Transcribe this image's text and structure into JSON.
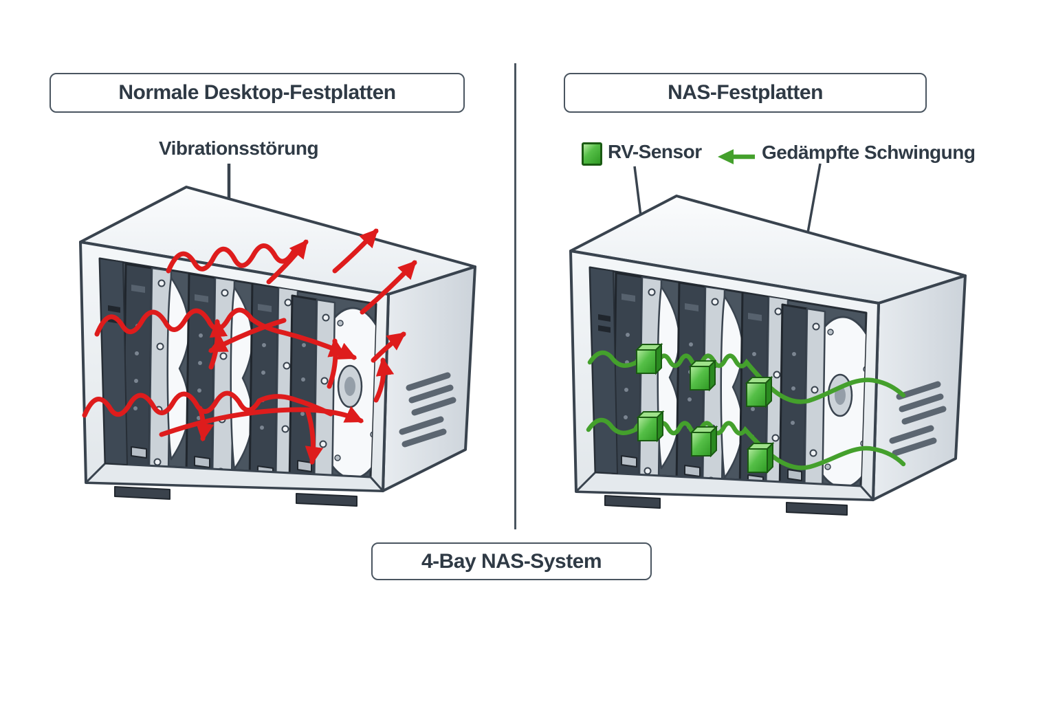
{
  "diagram": {
    "left_panel": {
      "title": "Normale Desktop-Festplatten",
      "annotation": "Vibrationsstörung"
    },
    "right_panel": {
      "title": "NAS-Festplatten",
      "legend": [
        {
          "icon": "rv-sensor-icon",
          "label": "RV-Sensor"
        },
        {
          "icon": "damped-wave-arrow-icon",
          "label": "Gedämpfte Schwingung"
        }
      ],
      "sensor_cube_count": 6
    },
    "footer_label": "4-Bay NAS-System",
    "bay_count": 4
  },
  "colors": {
    "text": "#2f3a45",
    "outline": "#39434e",
    "box_border": "#4a5560",
    "vibration_red": "#de1c1c",
    "sensor_green": "#46b13b",
    "sensor_green_dark": "#1a5a12",
    "wave_green": "#44a02c",
    "interior_dark": "#4a5560",
    "background": "#ffffff"
  }
}
